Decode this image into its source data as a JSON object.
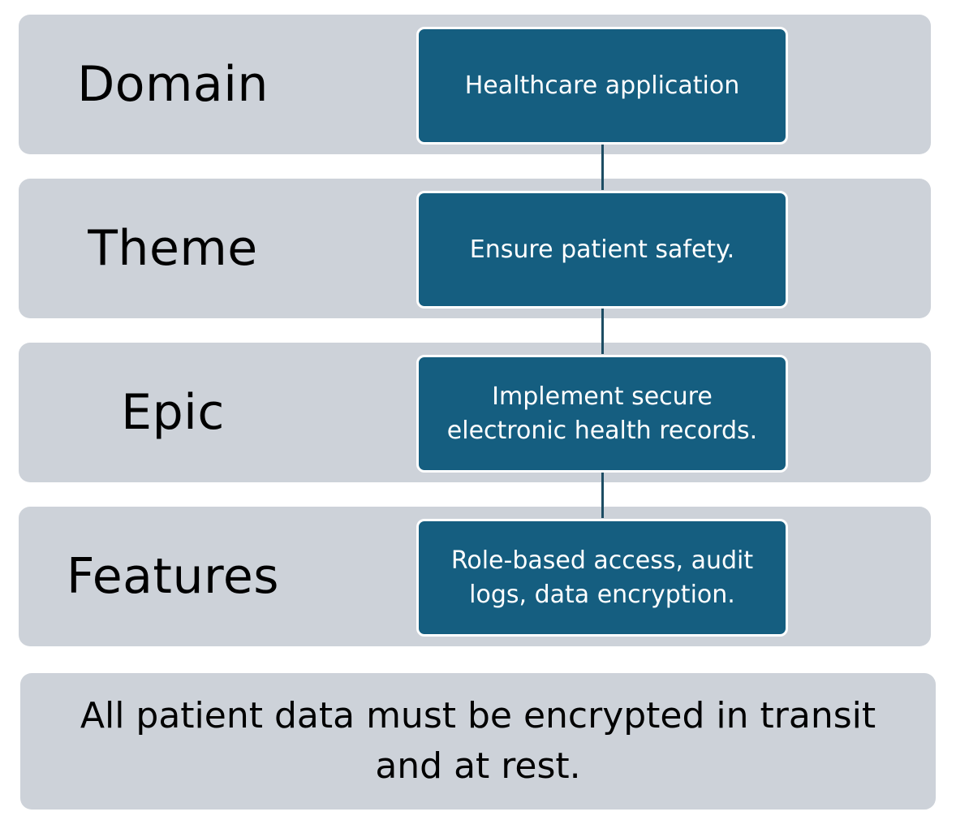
{
  "levels": [
    {
      "label": "Domain",
      "node_text": "Healthcare application"
    },
    {
      "label": "Theme",
      "node_text": "Ensure patient safety."
    },
    {
      "label": "Epic",
      "node_text": "Implement secure electronic health records."
    },
    {
      "label": "Features",
      "node_text": "Role-based access, audit logs, data encryption."
    }
  ],
  "note": "All patient data must be encrypted in transit and at rest.",
  "colors": {
    "band_background": "#cdd2d9",
    "node_fill": "#155e80",
    "node_border": "#ffffff",
    "node_text": "#ffffff",
    "connector": "#1d4d63"
  }
}
